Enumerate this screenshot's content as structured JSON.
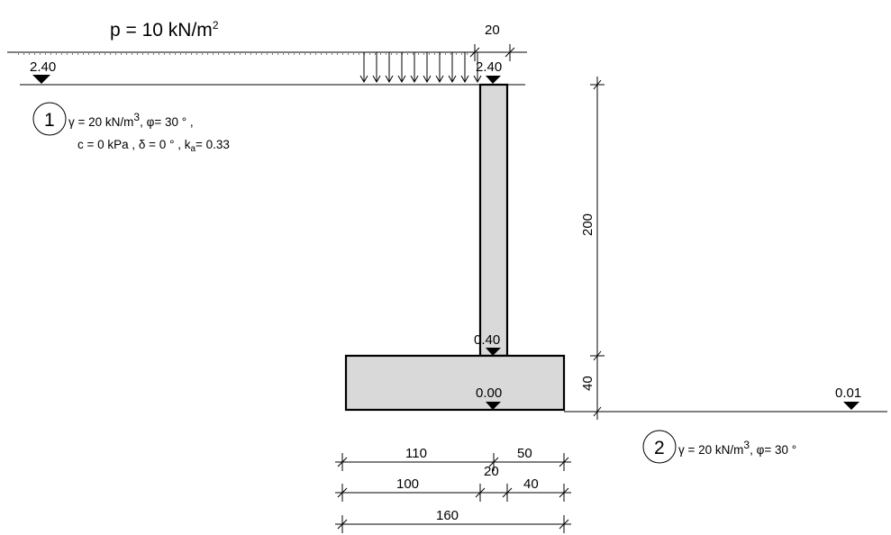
{
  "load": {
    "label": "p = 10 kN/m",
    "exp": "2"
  },
  "levels": {
    "left_ground": "2.40",
    "wall_top": "2.40",
    "footing_top": "0.40",
    "footing_bottom": "0.00",
    "right_ground": "0.01"
  },
  "soil1": {
    "id": "1",
    "gamma": "γ = 20 kN/m",
    "gamma_exp": "3",
    "phi": ",  φ= 30 ° ,",
    "c": "c = 0 kPa ,  δ = 0 ° ,  k",
    "ka_sub": "a",
    "ka_val": "= 0.33"
  },
  "soil2": {
    "id": "2",
    "gamma": "γ = 20 kN/m",
    "gamma_exp": "3",
    "phi": ",  φ= 30 °"
  },
  "dims": {
    "wall_thickness": "20",
    "wall_height": "200",
    "footing_height": "40",
    "heel_plus_half": "110",
    "toe_plus_half": "50",
    "heel": "100",
    "stem": "20",
    "toe": "40",
    "base_width": "160"
  },
  "colors": {
    "concrete": "#d9d9d9",
    "line": "#000000"
  }
}
